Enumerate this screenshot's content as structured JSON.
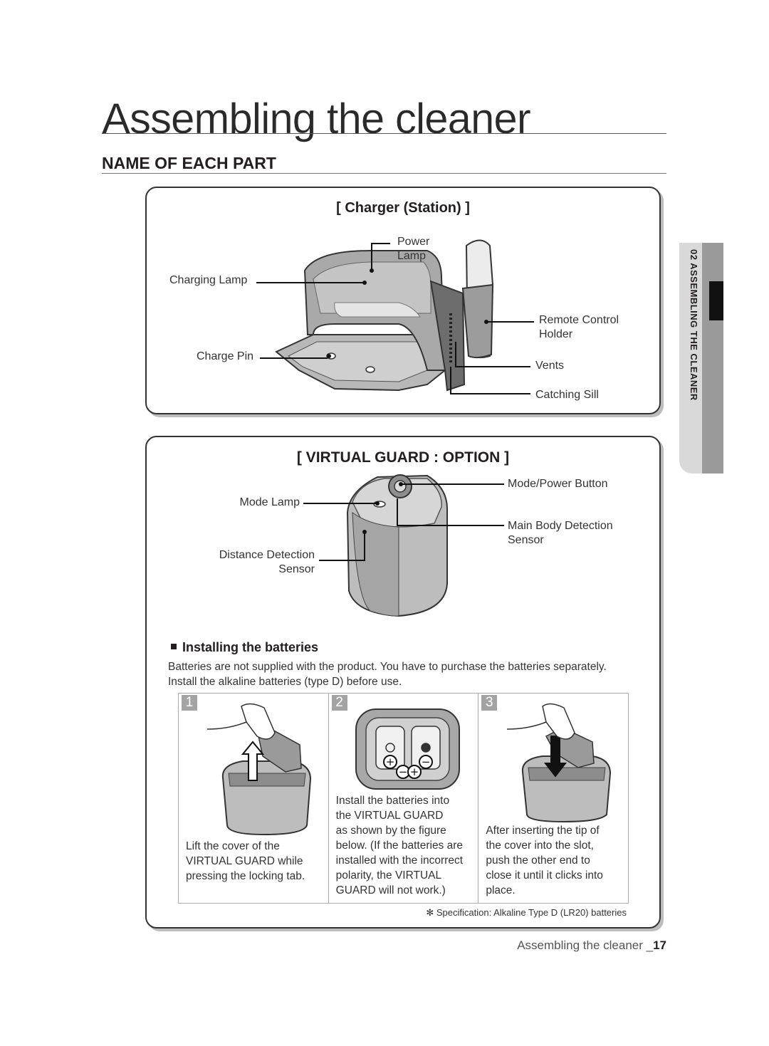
{
  "page": {
    "title": "Assembling the cleaner",
    "section": "NAME OF EACH PART",
    "sidebar_tab": "02 ASSEMBLING THE CLEANER",
    "footer_label": "Assembling the cleaner _",
    "page_number": "17"
  },
  "charger": {
    "title": "[ Charger (Station) ]",
    "labels": {
      "power_lamp_1": "Power",
      "power_lamp_2": "Lamp",
      "charging_lamp": "Charging Lamp",
      "charge_pin": "Charge Pin",
      "remote_holder_1": "Remote Control",
      "remote_holder_2": "Holder",
      "vents": "Vents",
      "catching_sill": "Catching Sill"
    }
  },
  "virtual_guard": {
    "title": "[ VIRTUAL GUARD : OPTION ]",
    "labels": {
      "mode_power_button": "Mode/Power Button",
      "mode_lamp": "Mode Lamp",
      "main_sensor_1": "Main Body Detection",
      "main_sensor_2": "Sensor",
      "distance_sensor_1": "Distance Detection",
      "distance_sensor_2": "Sensor"
    }
  },
  "batteries": {
    "heading": "Installing the batteries",
    "intro_1": "Batteries are not supplied with the product. You have to purchase the batteries separately.",
    "intro_2": "Install the alkaline batteries (type D) before use.",
    "steps": [
      {
        "number": "1",
        "lines": [
          "Lift the cover of the",
          "VIRTUAL GUARD while",
          "pressing the locking tab."
        ]
      },
      {
        "number": "2",
        "lines": [
          "Install the batteries into",
          "the VIRTUAL GUARD",
          "as shown by the figure",
          "below. (If the batteries are",
          "installed with the incorrect",
          "polarity, the VIRTUAL",
          "GUARD will not work.)"
        ]
      },
      {
        "number": "3",
        "lines": [
          "After inserting the tip of",
          "the cover into the slot,",
          "push the other end to",
          "close it until it clicks into",
          "place."
        ]
      }
    ],
    "spec_note": "✻ Specification: Alkaline Type D (LR20) batteries"
  }
}
